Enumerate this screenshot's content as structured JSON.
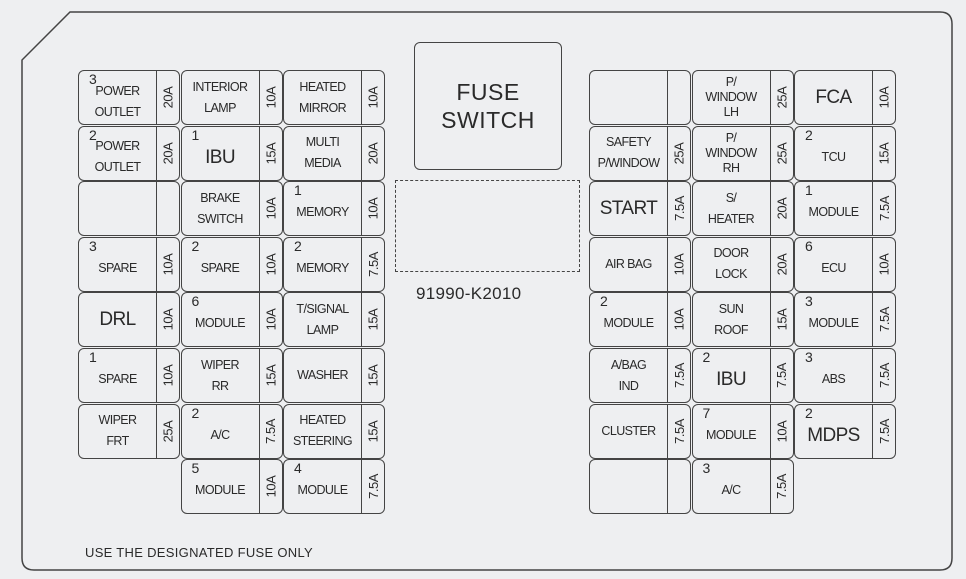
{
  "fuse_switch": {
    "line1": "FUSE",
    "line2": "SWITCH"
  },
  "part_number": "91990-K2010",
  "note": "USE THE DESIGNATED FUSE ONLY",
  "left_block": [
    [
      {
        "num": "3",
        "lines": [
          "POWER",
          "OUTLET"
        ],
        "amp": "20A"
      },
      {
        "num": "",
        "lines": [
          "INTERIOR",
          "LAMP"
        ],
        "amp": "10A"
      },
      {
        "num": "",
        "lines": [
          "HEATED",
          "MIRROR"
        ],
        "amp": "10A"
      }
    ],
    [
      {
        "num": "2",
        "lines": [
          "POWER",
          "OUTLET"
        ],
        "amp": "20A"
      },
      {
        "num": "1",
        "lines": [
          "IBU"
        ],
        "amp": "15A",
        "big": true
      },
      {
        "num": "",
        "lines": [
          "MULTI",
          "MEDIA"
        ],
        "amp": "20A"
      }
    ],
    [
      {
        "num": "",
        "lines": [],
        "amp": ""
      },
      {
        "num": "",
        "lines": [
          "BRAKE",
          "SWITCH"
        ],
        "amp": "10A"
      },
      {
        "num": "1",
        "lines": [
          "MEMORY"
        ],
        "amp": "10A"
      }
    ],
    [
      {
        "num": "3",
        "lines": [
          "SPARE"
        ],
        "amp": "10A"
      },
      {
        "num": "2",
        "lines": [
          "SPARE"
        ],
        "amp": "10A"
      },
      {
        "num": "2",
        "lines": [
          "MEMORY"
        ],
        "amp": "7.5A"
      }
    ],
    [
      {
        "num": "",
        "lines": [
          "DRL"
        ],
        "amp": "10A",
        "big": true
      },
      {
        "num": "6",
        "lines": [
          "MODULE"
        ],
        "amp": "10A"
      },
      {
        "num": "",
        "lines": [
          "T/SIGNAL",
          "LAMP"
        ],
        "amp": "15A"
      }
    ],
    [
      {
        "num": "1",
        "lines": [
          "SPARE"
        ],
        "amp": "10A"
      },
      {
        "num": "",
        "lines": [
          "WIPER",
          "RR"
        ],
        "amp": "15A"
      },
      {
        "num": "",
        "lines": [
          "WASHER"
        ],
        "amp": "15A"
      }
    ],
    [
      {
        "num": "",
        "lines": [
          "WIPER",
          "FRT"
        ],
        "amp": "25A"
      },
      {
        "num": "2",
        "lines": [
          "A/C"
        ],
        "amp": "7.5A"
      },
      {
        "num": "",
        "lines": [
          "HEATED",
          "STEERING"
        ],
        "amp": "15A"
      }
    ],
    [
      null,
      {
        "num": "5",
        "lines": [
          "MODULE"
        ],
        "amp": "10A"
      },
      {
        "num": "4",
        "lines": [
          "MODULE"
        ],
        "amp": "7.5A"
      }
    ]
  ],
  "right_block": [
    [
      {
        "num": "",
        "lines": [],
        "amp": ""
      },
      {
        "num": "",
        "lines": [
          "P/",
          "WINDOW",
          "LH"
        ],
        "amp": "25A"
      },
      {
        "num": "",
        "lines": [
          "FCA"
        ],
        "amp": "10A",
        "big": true
      }
    ],
    [
      {
        "num": "",
        "lines": [
          "SAFETY",
          "P/WINDOW"
        ],
        "amp": "25A"
      },
      {
        "num": "",
        "lines": [
          "P/",
          "WINDOW",
          "RH"
        ],
        "amp": "25A"
      },
      {
        "num": "2",
        "lines": [
          "TCU"
        ],
        "amp": "15A"
      }
    ],
    [
      {
        "num": "",
        "lines": [
          "START"
        ],
        "amp": "7.5A",
        "big": true
      },
      {
        "num": "",
        "lines": [
          "S/",
          "HEATER"
        ],
        "amp": "20A"
      },
      {
        "num": "1",
        "lines": [
          "MODULE"
        ],
        "amp": "7.5A"
      }
    ],
    [
      {
        "num": "",
        "lines": [
          "AIR BAG"
        ],
        "amp": "10A"
      },
      {
        "num": "",
        "lines": [
          "DOOR",
          "LOCK"
        ],
        "amp": "20A"
      },
      {
        "num": "6",
        "lines": [
          "ECU"
        ],
        "amp": "10A"
      }
    ],
    [
      {
        "num": "2",
        "lines": [
          "MODULE"
        ],
        "amp": "10A"
      },
      {
        "num": "",
        "lines": [
          "SUN",
          "ROOF"
        ],
        "amp": "15A"
      },
      {
        "num": "3",
        "lines": [
          "MODULE"
        ],
        "amp": "7.5A"
      }
    ],
    [
      {
        "num": "",
        "lines": [
          "A/BAG",
          "IND"
        ],
        "amp": "7.5A"
      },
      {
        "num": "2",
        "lines": [
          "IBU"
        ],
        "amp": "7.5A",
        "big": true
      },
      {
        "num": "3",
        "lines": [
          "ABS"
        ],
        "amp": "7.5A"
      }
    ],
    [
      {
        "num": "",
        "lines": [
          "CLUSTER"
        ],
        "amp": "7.5A"
      },
      {
        "num": "7",
        "lines": [
          "MODULE"
        ],
        "amp": "10A"
      },
      {
        "num": "2",
        "lines": [
          "MDPS"
        ],
        "amp": "7.5A",
        "big": true
      }
    ],
    [
      {
        "num": "",
        "lines": [],
        "amp": ""
      },
      {
        "num": "3",
        "lines": [
          "A/C"
        ],
        "amp": "7.5A"
      },
      null
    ]
  ]
}
